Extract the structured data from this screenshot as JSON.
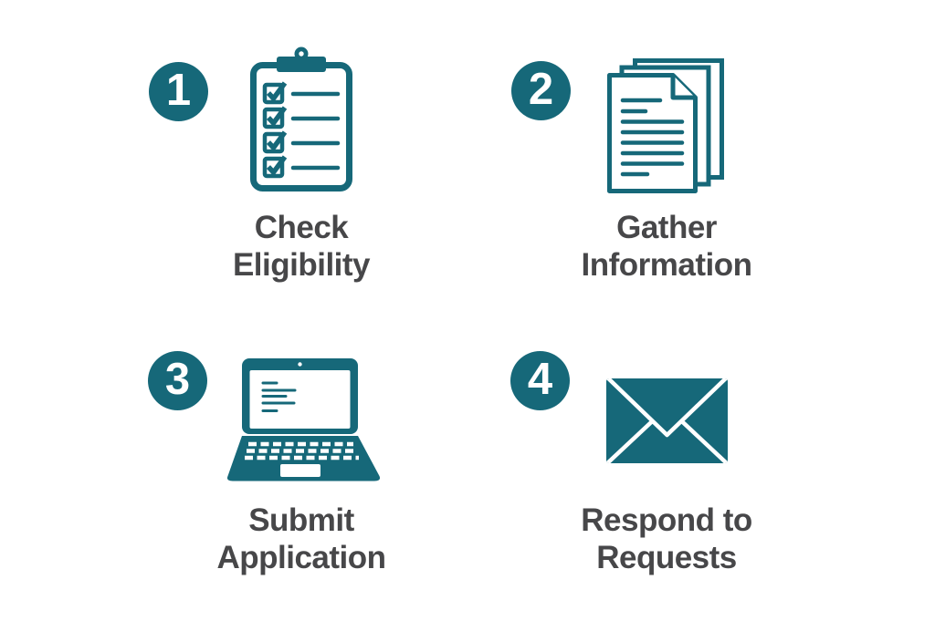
{
  "title": "Four-step application process infographic",
  "colors": {
    "teal": "#166879",
    "text": "#474749",
    "background": "#ffffff",
    "badge_number": "#ffffff"
  },
  "steps": [
    {
      "number": "1",
      "label_line1": "Check",
      "label_line2": "Eligibility",
      "icon": "checklist-clipboard-icon"
    },
    {
      "number": "2",
      "label_line1": "Gather",
      "label_line2": "Information",
      "icon": "documents-icon"
    },
    {
      "number": "3",
      "label_line1": "Submit",
      "label_line2": "Application",
      "icon": "laptop-icon"
    },
    {
      "number": "4",
      "label_line1": "Respond to",
      "label_line2": "Requests",
      "icon": "envelope-icon"
    }
  ]
}
